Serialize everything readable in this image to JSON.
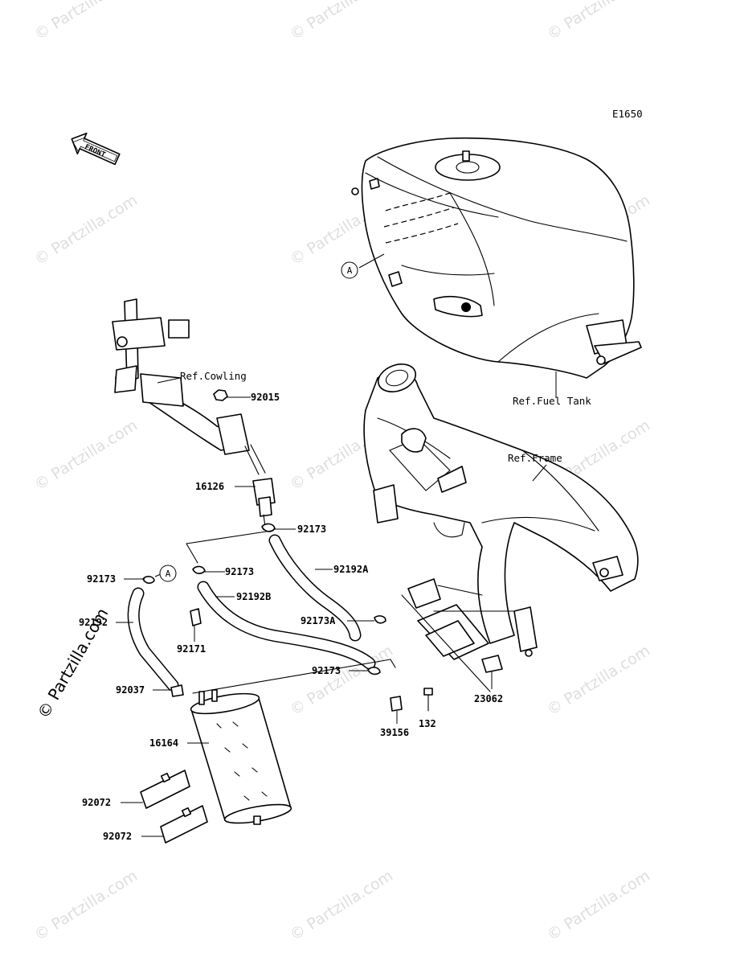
{
  "diagram_code": "E1650",
  "front_label": "FRONT",
  "watermark_text": "© Partzilla.com",
  "side_watermark": "© Partzilla.com",
  "refs": {
    "cowling": "Ref.Cowling",
    "fuel_tank": "Ref.Fuel Tank",
    "frame": "Ref.Frame"
  },
  "callouts": {
    "c92015": "92015",
    "c16126": "16126",
    "c92173_a": "92173",
    "c92192A": "92192A",
    "c92173_b": "92173",
    "c92192B": "92192B",
    "c92173_left": "92173",
    "c92192": "92192",
    "c92171": "92171",
    "c92173A": "92173A",
    "c92173_c": "92173",
    "c92037": "92037",
    "c23062": "23062",
    "c16164": "16164",
    "c39156": "39156",
    "c132": "132",
    "c92072_a": "92072",
    "c92072_b": "92072"
  },
  "markers": {
    "a_tank": "A",
    "a_hose": "A"
  }
}
